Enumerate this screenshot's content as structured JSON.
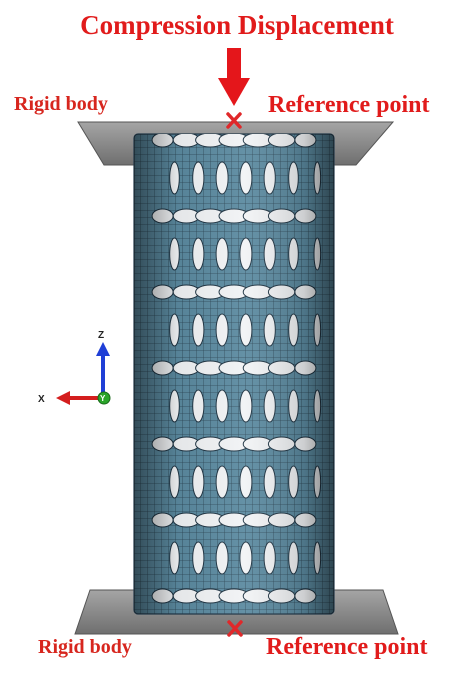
{
  "title": "Compression Displacement",
  "labels": {
    "rigid_body_top": "Rigid body",
    "reference_point_top": "Reference point",
    "rigid_body_bottom": "Rigid body",
    "reference_point_bottom": "Reference point"
  },
  "axes_triad": {
    "vertical": "Z",
    "horizontal": "X",
    "out_of_plane": "Y"
  },
  "colors": {
    "label": "#e11b1b",
    "arrow": "#e4161b",
    "marker": "#e0282a",
    "mesh": "#5b8aa0",
    "plate": "#8d8d8d",
    "axis_x": "#d41e1e",
    "axis_z": "#1f3fd6",
    "axis_y": "#2aa52a"
  },
  "icons": [
    "down-arrow-icon",
    "reference-point-x-icon",
    "coordinate-triad-icon"
  ]
}
